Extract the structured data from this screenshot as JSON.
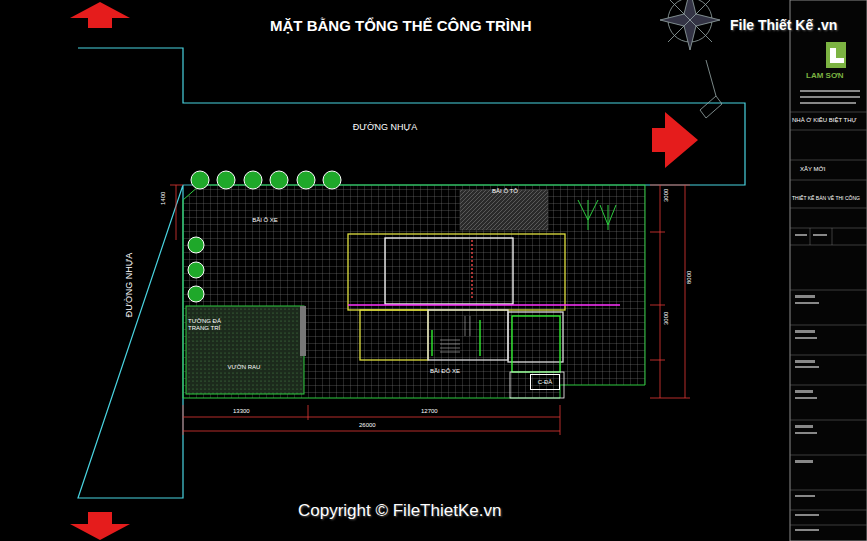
{
  "diagram": {
    "title": "MẶT BẰNG TỔNG THỂ CÔNG TRÌNH",
    "nodes": [
      {
        "text": [
          "ĐƯỜNG NHỰA"
        ]
      },
      {
        "text": [
          "ĐƯỜNG NHỰA"
        ]
      },
      {
        "text": [
          "BÃI Ô TÔ"
        ]
      },
      {
        "text": [
          "BÃI Ô XE"
        ]
      },
      {
        "text": [
          "VƯỜN RAU"
        ]
      },
      {
        "text": [
          "BÃI ĐỖ XE"
        ]
      },
      {
        "text": [
          "C-ĐÀ"
        ]
      }
    ],
    "labels": [
      "TƯỜNG ĐÁ TRANG TRÍ",
      "13300",
      "12700",
      "26000",
      "3000",
      "8000",
      "3000",
      "1400",
      "File Thiết Kế .vn",
      "LAM SƠN",
      "NHÀ Ở KIỂU BIỆT THỰ",
      "XÂY MỚI",
      "THIẾT KẾ BẢN VẼ THI CÔNG",
      "Copyright © FileThietKe.vn"
    ]
  }
}
